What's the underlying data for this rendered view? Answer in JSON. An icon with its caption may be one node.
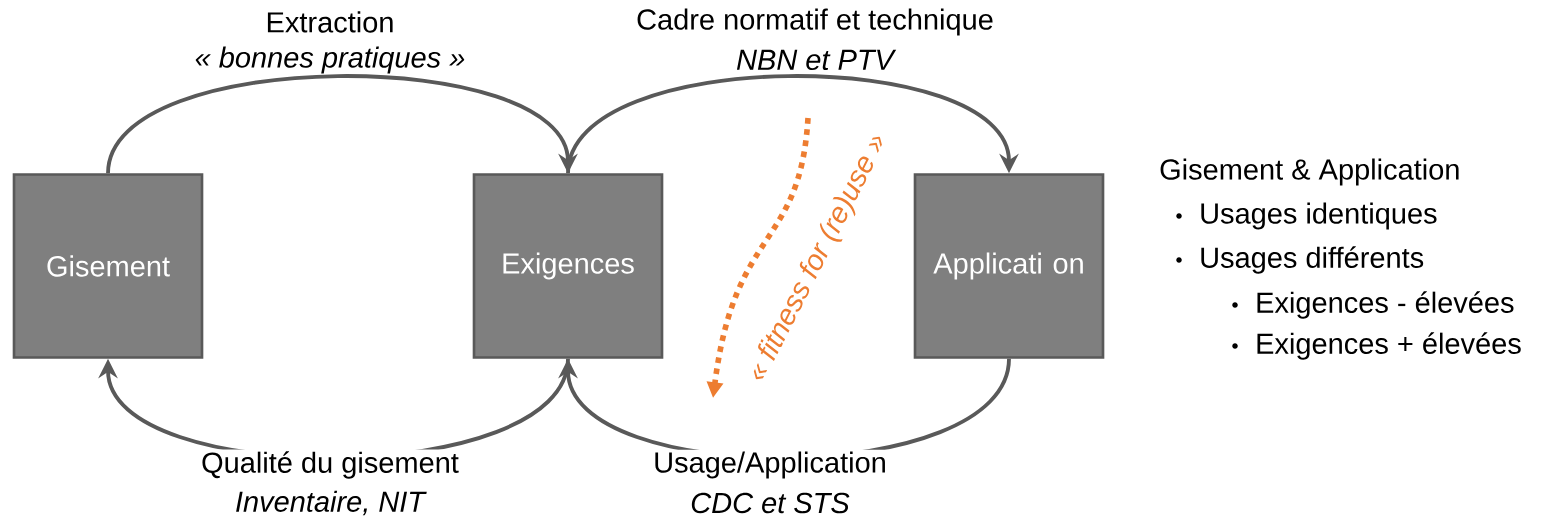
{
  "diagram": {
    "nodes": [
      {
        "text": [
          "Gisement"
        ]
      },
      {
        "text": [
          "Exigences"
        ]
      },
      {
        "text": [
          "Applicati on"
        ]
      }
    ],
    "edges": [
      {
        "from": 0,
        "to": 1,
        "arrow": "to",
        "label": "Extraction"
      },
      {
        "from": 1,
        "to": 2,
        "arrow": "to",
        "label": "Cadre normatif et technique"
      },
      {
        "from": 1,
        "to": 0,
        "arrow": "to",
        "label": "Qualité du gisement"
      },
      {
        "from": 2,
        "to": 1,
        "arrow": "to",
        "label": "Usage/Application"
      }
    ],
    "labels": [
      "« bonnes pratiques »",
      "NBN et PTV",
      "Inventaire, NIT",
      "CDC et STS",
      "« fitness for (re)use »",
      "Gisement & Application",
      "Usages identiques",
      "Usages différents",
      "Exigences - élevées",
      "Exigences + élevées"
    ]
  }
}
